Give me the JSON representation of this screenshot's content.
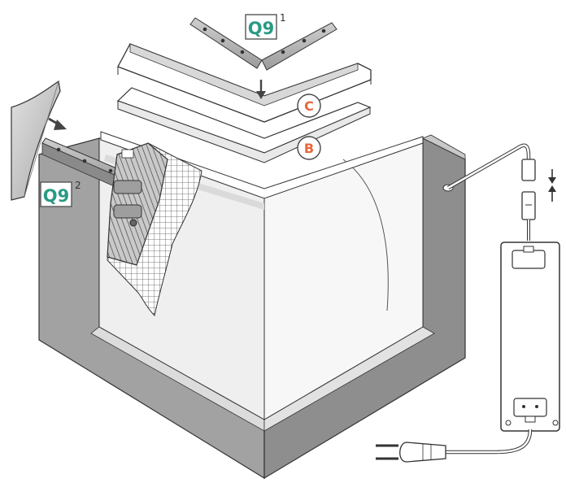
{
  "labels": {
    "q9_top": {
      "text": "Q9",
      "index": "1"
    },
    "q9_left": {
      "text": "Q9",
      "index": "2"
    },
    "c_marker": "C",
    "b_marker": "B"
  },
  "colors": {
    "badge_text": "#2a9a84",
    "badge_border": "#555555",
    "marker_text": "#e8663a",
    "marker_border": "#444444",
    "wall_face": "#9a9a9a",
    "wall_inner": "#f2f2f2",
    "line": "#333333"
  },
  "icons": [
    "arrow-down-icon",
    "arrow-right-icon",
    "clearance-arrows-icon",
    "plug-icon",
    "driver-box-icon"
  ]
}
